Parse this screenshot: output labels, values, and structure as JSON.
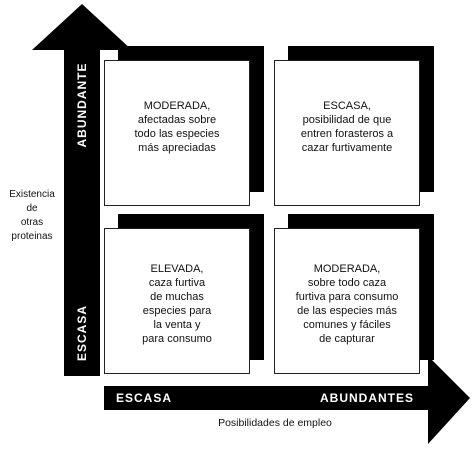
{
  "y_axis": {
    "title_lines": [
      "Existencia",
      "de",
      "otras",
      "proteinas"
    ],
    "top_label": "ABUNDANTE",
    "bottom_label": "ESCASA"
  },
  "x_axis": {
    "title": "Posibilidades de empleo",
    "left_label": "ESCASA",
    "right_label": "ABUNDANTES"
  },
  "quadrants": {
    "top_left": {
      "heading": "MODERADA,",
      "lines": [
        "afectadas sobre",
        "todo las especies",
        "más apreciadas"
      ]
    },
    "top_right": {
      "heading": "ESCASA,",
      "lines": [
        "posibilidad de que",
        "entren forasteros a",
        "cazar furtivamente"
      ]
    },
    "bottom_left": {
      "heading": "ELEVADA,",
      "lines": [
        "caza furtiva",
        "de muchas",
        "especies para",
        "la venta y",
        "para consumo"
      ]
    },
    "bottom_right": {
      "heading": "MODERADA,",
      "lines": [
        "sobre todo caza",
        "furtiva para consumo",
        "de las especies más",
        "comunes y fáciles",
        "de capturar"
      ]
    }
  },
  "colors": {
    "ink": "#000000",
    "paper": "#ffffff"
  }
}
